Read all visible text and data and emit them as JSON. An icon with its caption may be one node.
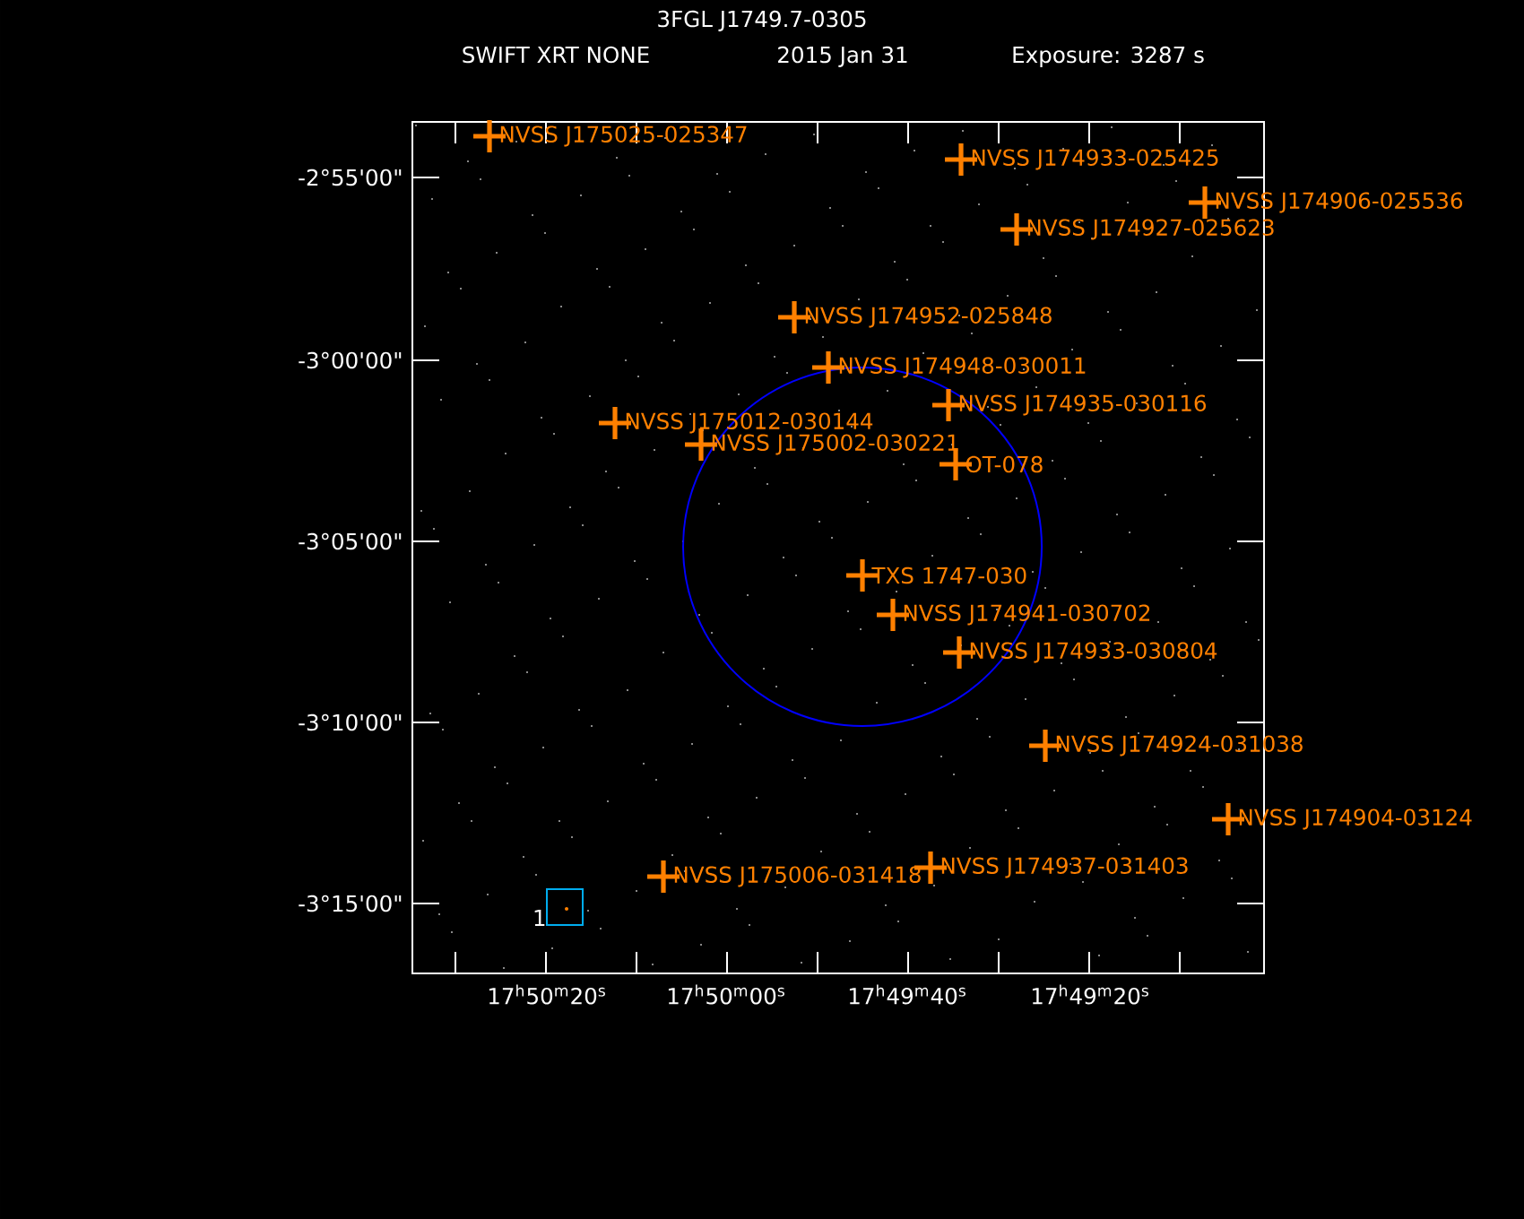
{
  "diagram": {
    "title": "3FGL J1749.7-0305",
    "labels": [
      "SWIFT XRT NONE",
      "2015 Jan 31",
      "Exposure: 3287 s",
      "NVSS J175025-025347",
      "NVSS J174933-025425",
      "NVSS J174906-025536",
      "NVSS J174927-025623",
      "NVSS J174952-025848",
      "NVSS J174948-030011",
      "NVSS J174935-030116",
      "NVSS J175012-030144",
      "NVSS J175002-030221",
      "OT-078",
      "TXS 1747-030",
      "NVSS J174941-030702",
      "NVSS J174933-030804",
      "NVSS J174924-031038",
      "NVSS J174904-03124",
      "NVSS J174937-031403",
      "NVSS J175006-031418",
      "-2°55'00\"",
      "-3°00'00\"",
      "-3°05'00\"",
      "-3°10'00\"",
      "-3°15'00\"",
      "17$^{h}$50$^{m}$20$^{s}$",
      "17$^{h}$50$^{m}$00$^{s}$",
      "17$^{h}$49$^{m}$40$^{s}$",
      "17$^{h}$49$^{m}$20$^{s}$",
      "1"
    ]
  }
}
